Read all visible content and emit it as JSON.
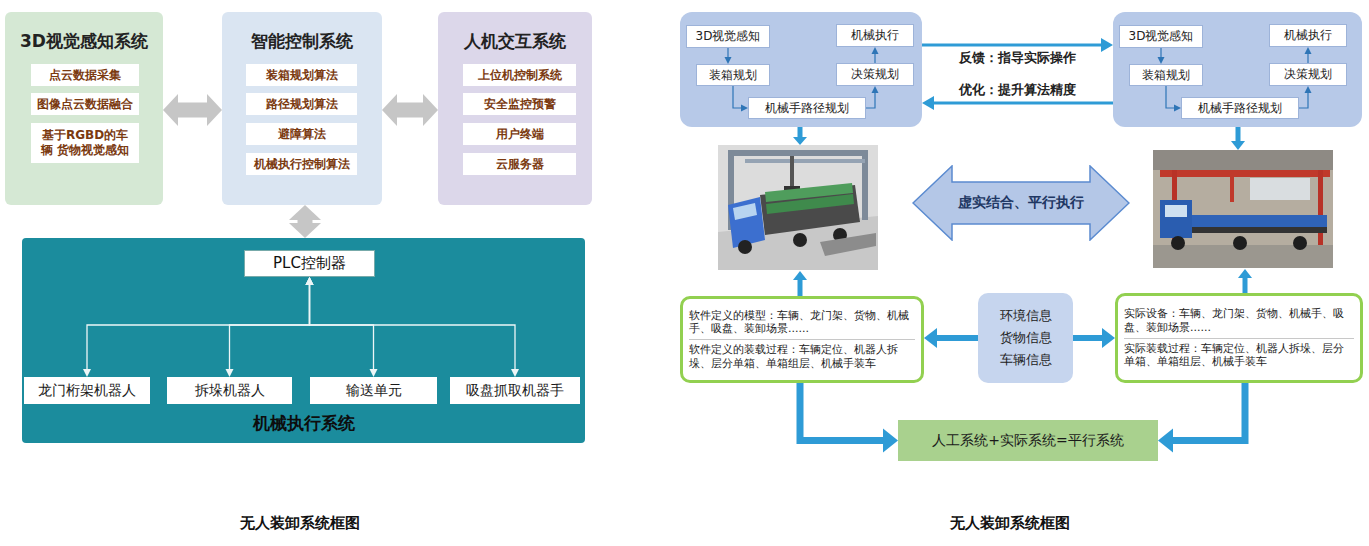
{
  "diagram": {
    "caption": "无人装卸系统框图",
    "nodes": [
      {
        "text": [
          "3D视觉感知系统"
        ]
      },
      {
        "text": [
          "点云数据采集"
        ],
        "in": 0
      },
      {
        "text": [
          "图像点云数据融合"
        ],
        "in": 0
      },
      {
        "text": [
          "基于RGBD的车辆 货物视觉感知"
        ],
        "in": 0
      },
      {
        "text": [
          "智能控制系统"
        ]
      },
      {
        "text": [
          "装箱规划算法"
        ],
        "in": 4
      },
      {
        "text": [
          "路径规划算法"
        ],
        "in": 4
      },
      {
        "text": [
          "避障算法"
        ],
        "in": 4
      },
      {
        "text": [
          "机械执行控制算法"
        ],
        "in": 4
      },
      {
        "text": [
          "人机交互系统"
        ]
      },
      {
        "text": [
          "上位机控制系统"
        ],
        "in": 9
      },
      {
        "text": [
          "安全监控预警"
        ],
        "in": 9
      },
      {
        "text": [
          "用户终端"
        ],
        "in": 9
      },
      {
        "text": [
          "云服务器"
        ],
        "in": 9
      },
      {
        "text": [
          "机械执行系统"
        ]
      },
      {
        "text": [
          "PLC控制器"
        ],
        "in": 14
      },
      {
        "text": [
          "龙门桁架机器人"
        ],
        "in": 14
      },
      {
        "text": [
          "拆垛机器人"
        ],
        "in": 14
      },
      {
        "text": [
          "输送单元"
        ],
        "in": 14
      },
      {
        "text": [
          "吸盘抓取机器手"
        ],
        "in": 14
      },
      {
        "text": []
      },
      {
        "text": [
          "3D视觉感知"
        ],
        "in": 20
      },
      {
        "text": [
          "机械执行"
        ],
        "in": 20
      },
      {
        "text": [
          "装箱规划"
        ],
        "in": 20
      },
      {
        "text": [
          "决策规划"
        ],
        "in": 20
      },
      {
        "text": [
          "机械手路径规划"
        ],
        "in": 20
      },
      {
        "text": []
      },
      {
        "text": [
          "3D视觉感知"
        ],
        "in": 26
      },
      {
        "text": [
          "机械执行"
        ],
        "in": 26
      },
      {
        "text": [
          "装箱规划"
        ],
        "in": 26
      },
      {
        "text": [
          "决策规划"
        ],
        "in": 26
      },
      {
        "text": [
          "机械手路径规划"
        ],
        "in": 26
      },
      {
        "text": [
          "虚实结合、平行执行"
        ]
      },
      {
        "text": [
          "软件定义的模型：车辆、龙门架、货物、机械手、吸盘、装卸场景......",
          "软件定义的装载过程：车辆定位、机器人拆垛、层分单箱、单箱组层、机械手装车"
        ]
      },
      {
        "text": [
          "环境信息",
          "货物信息",
          "车辆信息"
        ]
      },
      {
        "text": [
          "实际设备：车辆、龙门架、货物、机械手、吸盘、装卸场景......",
          "实际装载过程：车辆定位、机器人拆垛、层分单箱、单箱组层、机械手装车"
        ]
      },
      {
        "text": [
          "人工系统+实际系统=平行系统"
        ]
      }
    ],
    "edges": [
      {
        "from": 0,
        "to": 4,
        "arrow": "both"
      },
      {
        "from": 4,
        "to": 9,
        "arrow": "both"
      },
      {
        "from": 4,
        "to": 14,
        "arrow": "both"
      },
      {
        "from": 15,
        "to": 16,
        "arrow": "both"
      },
      {
        "from": 15,
        "to": 17,
        "arrow": "both"
      },
      {
        "from": 15,
        "to": 18,
        "arrow": "both"
      },
      {
        "from": 15,
        "to": 19,
        "arrow": "both"
      },
      {
        "from": 21,
        "to": 23,
        "arrow": "to"
      },
      {
        "from": 23,
        "to": 25,
        "arrow": "to"
      },
      {
        "from": 25,
        "to": 24,
        "arrow": "to"
      },
      {
        "from": 24,
        "to": 22,
        "arrow": "to"
      },
      {
        "from": 27,
        "to": 29,
        "arrow": "to"
      },
      {
        "from": 29,
        "to": 31,
        "arrow": "to"
      },
      {
        "from": 31,
        "to": 30,
        "arrow": "to"
      },
      {
        "from": 30,
        "to": 28,
        "arrow": "to"
      },
      {
        "from": 20,
        "to": 26,
        "label": "反馈：指导实际操作",
        "arrow": "to"
      },
      {
        "from": 26,
        "to": 20,
        "label": "优化：提升算法精度",
        "arrow": "to"
      },
      {
        "from": 34,
        "to": 33,
        "arrow": "to"
      },
      {
        "from": 34,
        "to": 35,
        "arrow": "to"
      },
      {
        "from": 33,
        "to": 36,
        "arrow": "to"
      },
      {
        "from": 35,
        "to": 36,
        "arrow": "to"
      }
    ],
    "labels": [
      "无人装卸系统框图"
    ]
  }
}
